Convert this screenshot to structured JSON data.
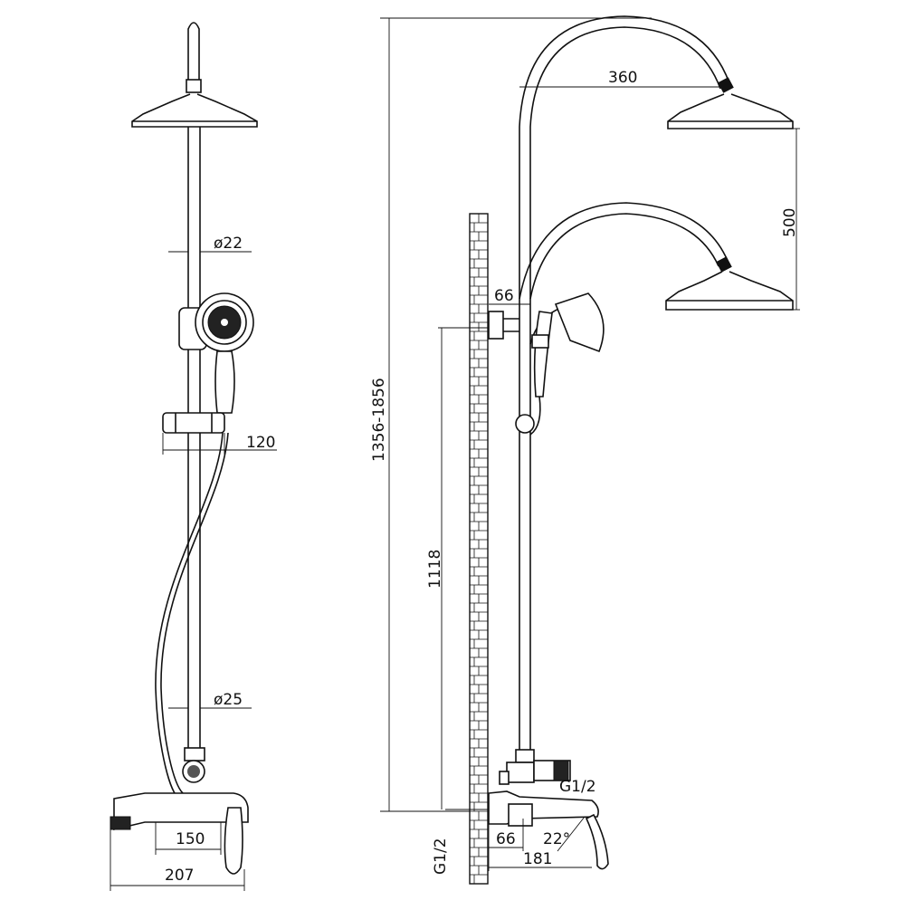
{
  "dimensions": {
    "pipe_upper_diameter": "ø22",
    "pipe_lower_diameter": "ø25",
    "holder_width": "120",
    "outlet_spacing_front": "150",
    "mixer_total_width": "207",
    "arm_reach": "360",
    "head_height_step": "500",
    "total_height": "1356-1856",
    "wall_bracket_offset": "66",
    "bracket_height": "1118",
    "inlet_thread_right": "G1/2",
    "inlet_thread_bottom": "G1/2",
    "spout_offset": "66",
    "spout_angle": "22°",
    "spout_length": "181"
  }
}
